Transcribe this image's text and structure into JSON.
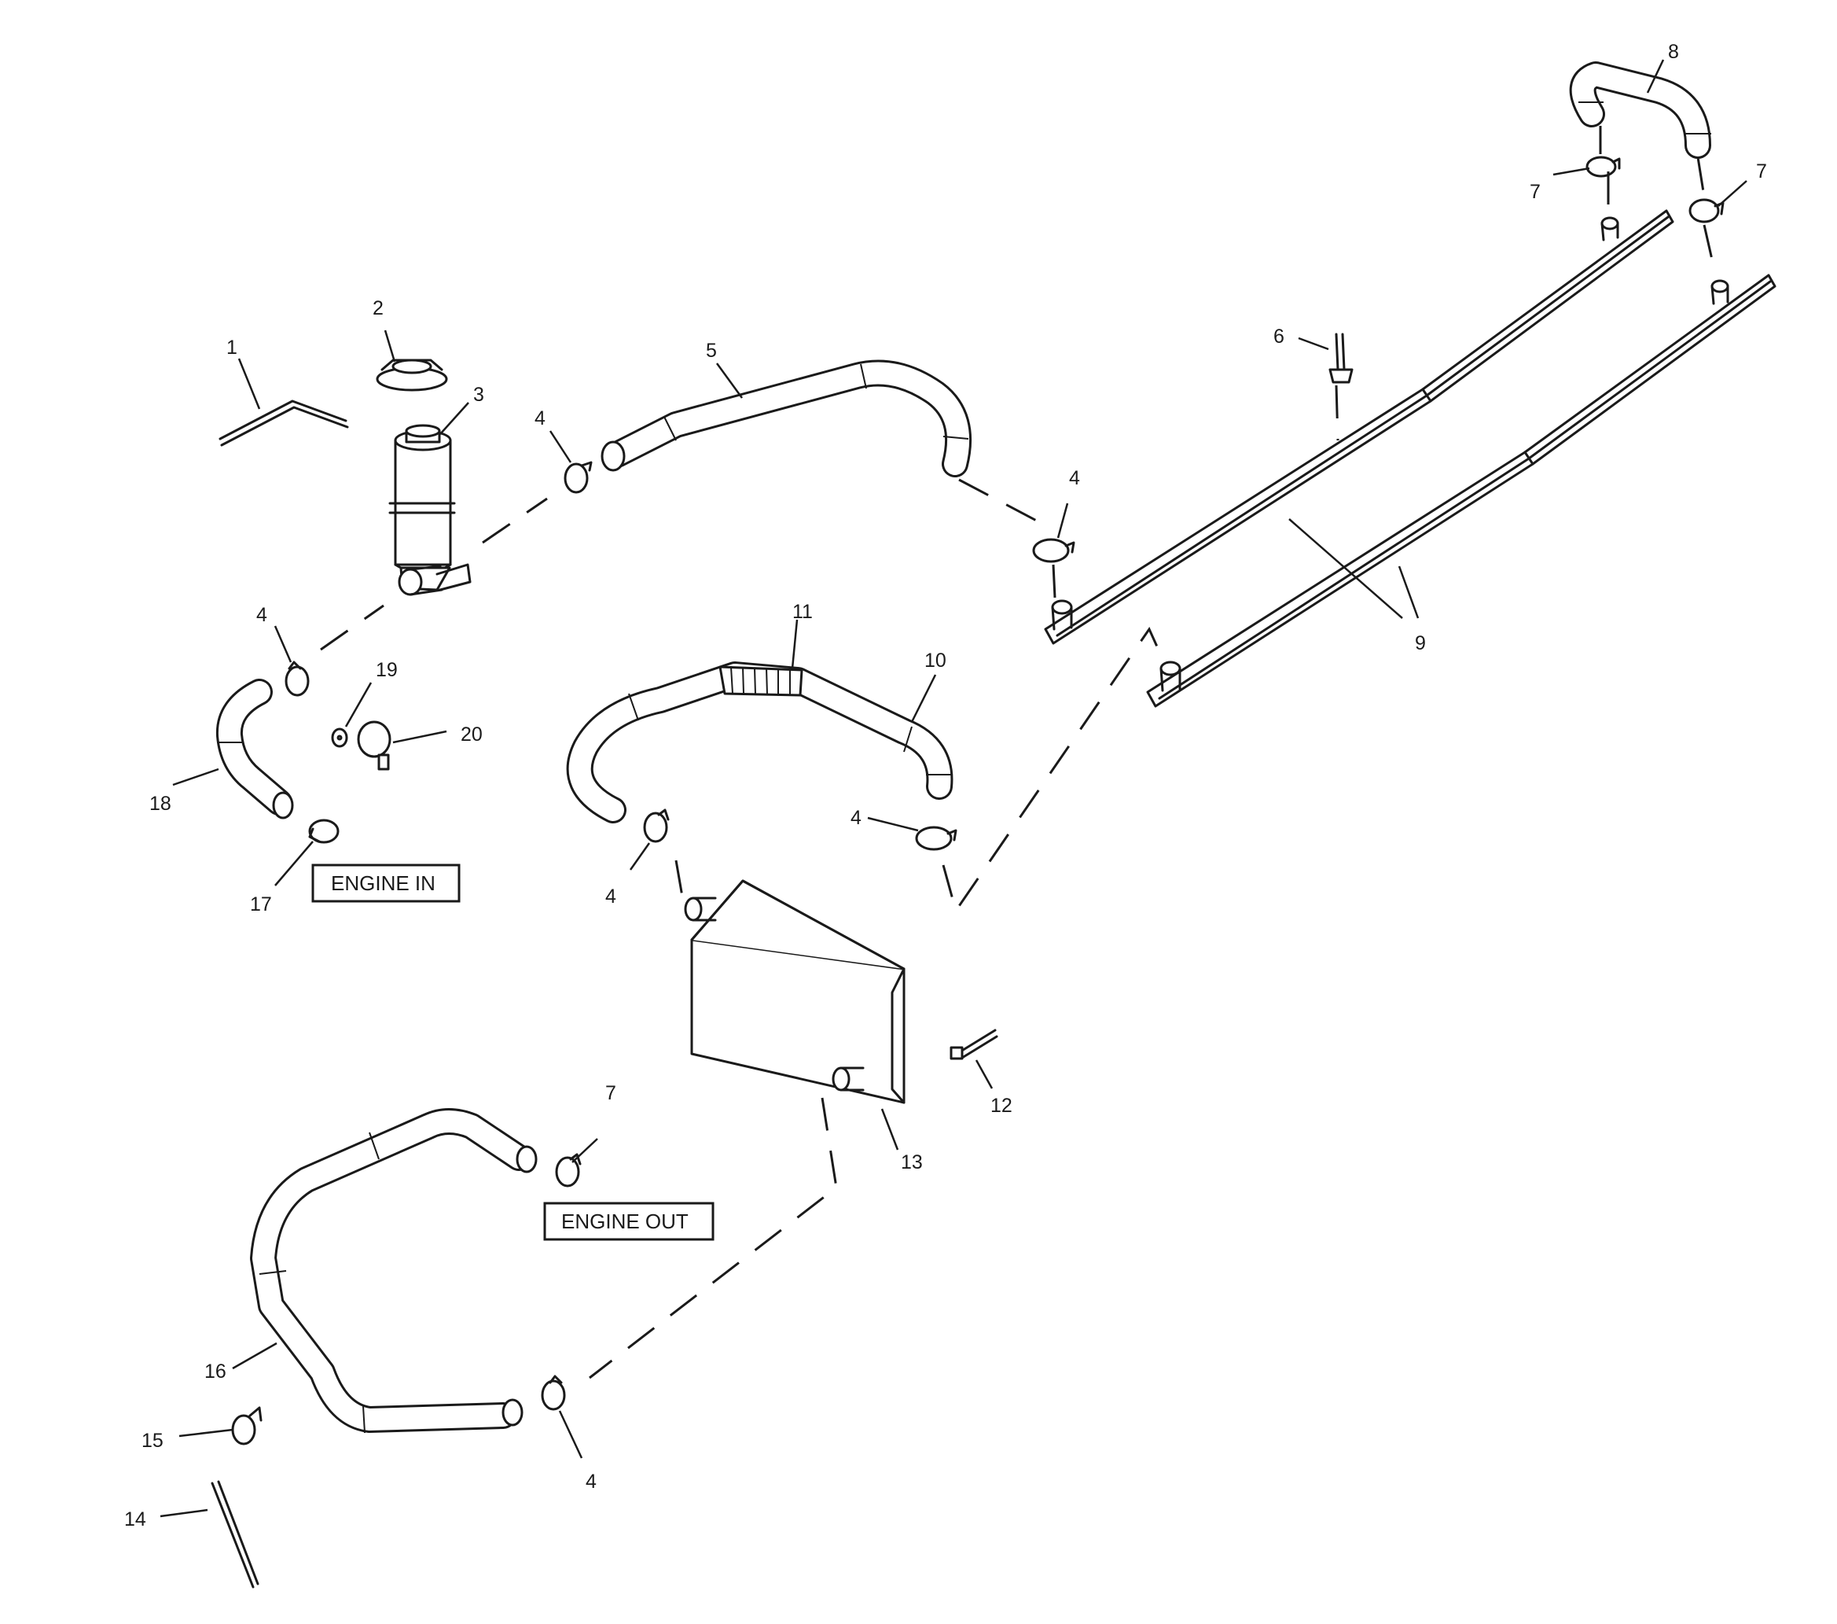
{
  "callouts": [
    {
      "id": "c1",
      "text": "1"
    },
    {
      "id": "c2",
      "text": "2"
    },
    {
      "id": "c3",
      "text": "3"
    },
    {
      "id": "c4a",
      "text": "4"
    },
    {
      "id": "c4b",
      "text": "4"
    },
    {
      "id": "c4c",
      "text": "4"
    },
    {
      "id": "c4d",
      "text": "4"
    },
    {
      "id": "c4e",
      "text": "4"
    },
    {
      "id": "c4f",
      "text": "4"
    },
    {
      "id": "c5",
      "text": "5"
    },
    {
      "id": "c6",
      "text": "6"
    },
    {
      "id": "c7a",
      "text": "7"
    },
    {
      "id": "c7b",
      "text": "7"
    },
    {
      "id": "c7c",
      "text": "7"
    },
    {
      "id": "c8",
      "text": "8"
    },
    {
      "id": "c9",
      "text": "9"
    },
    {
      "id": "c10",
      "text": "10"
    },
    {
      "id": "c11",
      "text": "11"
    },
    {
      "id": "c12",
      "text": "12"
    },
    {
      "id": "c13",
      "text": "13"
    },
    {
      "id": "c14",
      "text": "14"
    },
    {
      "id": "c15",
      "text": "15"
    },
    {
      "id": "c16",
      "text": "16"
    },
    {
      "id": "c17",
      "text": "17"
    },
    {
      "id": "c18",
      "text": "18"
    },
    {
      "id": "c19",
      "text": "19"
    },
    {
      "id": "c20",
      "text": "20"
    }
  ],
  "labels": {
    "engine_in": "ENGINE IN",
    "engine_out": "ENGINE OUT"
  }
}
